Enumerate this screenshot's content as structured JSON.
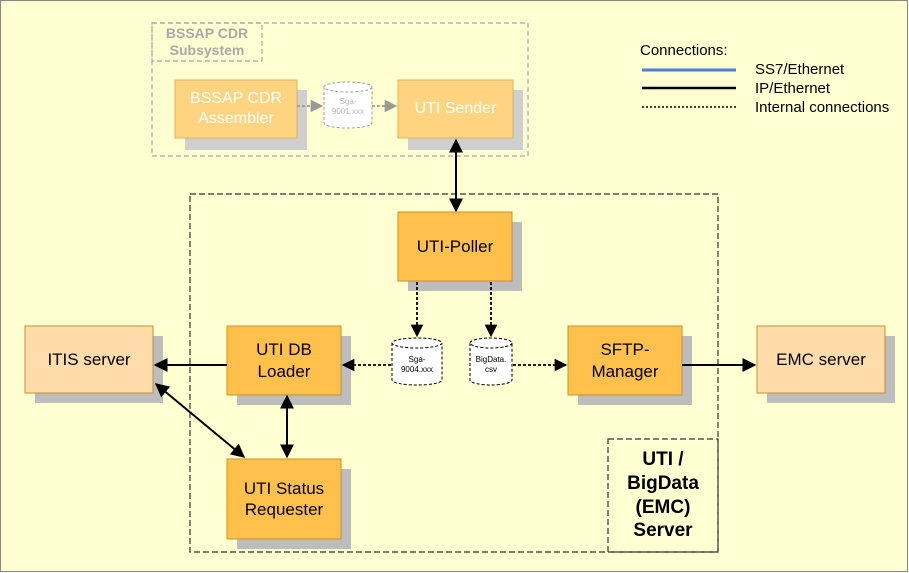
{
  "colors": {
    "background": "#ffffd2",
    "box_fill": "#ffc04c",
    "box_faded_fill": "#ffd480",
    "endpoint_fill": "#ffdcaa",
    "shadow": "#bdbdbd",
    "ss7_line": "#4a7fd8"
  },
  "subsystem": {
    "title_line1": "BSSAP CDR",
    "title_line2": "Subsystem",
    "assembler_line1": "BSSAP CDR",
    "assembler_line2": "Assembler",
    "storage_line1": "Sga-",
    "storage_line2": "9001.xxx",
    "sender": "UTI Sender"
  },
  "legend": {
    "title": "Connections:",
    "items": [
      {
        "label": "SS7/Ethernet"
      },
      {
        "label": "IP/Ethernet"
      },
      {
        "label": "Internal connections"
      }
    ]
  },
  "server": {
    "poller": "UTI-Poller",
    "db_loader_line1": "UTI DB",
    "db_loader_line2": "Loader",
    "status_line1": "UTI Status",
    "status_line2": "Requester",
    "sftp_line1": "SFTP-",
    "sftp_line2": "Manager",
    "storage_sga_line1": "Sga-",
    "storage_sga_line2": "9004.xxx",
    "storage_bigdata_line1": "BigData.",
    "storage_bigdata_line2": "csv",
    "label_line1": "UTI /",
    "label_line2": "BigData",
    "label_line3": "(EMC)",
    "label_line4": "Server"
  },
  "external": {
    "itis": "ITIS server",
    "emc": "EMC server"
  }
}
